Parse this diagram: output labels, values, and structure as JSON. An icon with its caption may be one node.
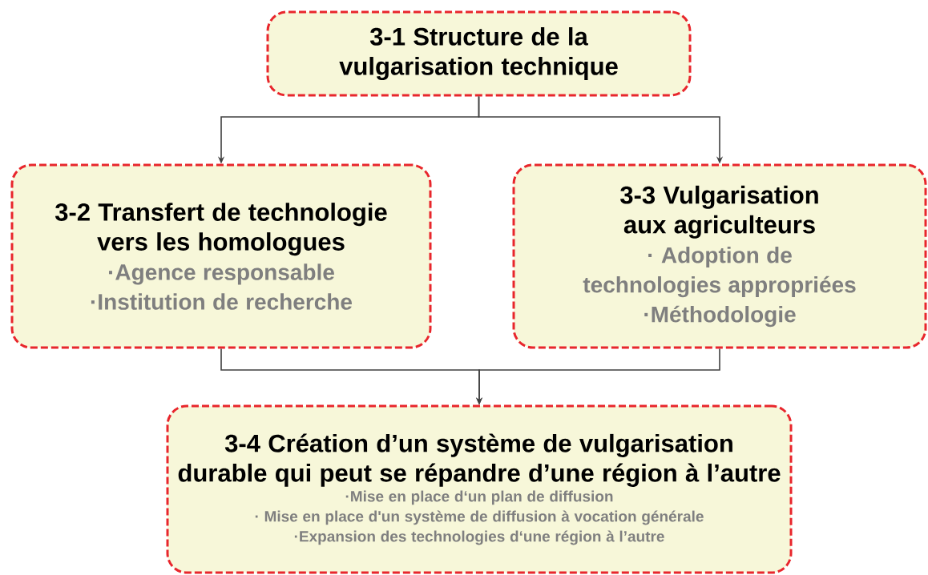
{
  "diagram": {
    "nodes": [
      {
        "text": [
          "3-1 Structure de la vulgarisation technique"
        ]
      },
      {
        "text": [
          "3-2 Transfert de technologie vers les homologues",
          "·Agence responsable",
          "·Institution de recherche"
        ]
      },
      {
        "text": [
          "3-3 Vulgarisation aux agriculteurs",
          "· Adoption de technologies appropriées",
          "·Méthodologie"
        ]
      },
      {
        "text": [
          "3-4 Création d’un système de vulgarisation durable qui peut se répandre d’une région à l’autre",
          "·Mise en place d‘un plan de diffusion",
          "· Mise en place d'un système de diffusion à vocation générale",
          "·Expansion des technologies d‘une région à l’autre"
        ]
      }
    ],
    "edges": [
      {
        "from": 0,
        "to": 1,
        "arrow": "to"
      },
      {
        "from": 0,
        "to": 2,
        "arrow": "to"
      },
      {
        "from": 1,
        "to": 3,
        "arrow": "to"
      },
      {
        "from": 2,
        "to": 3,
        "arrow": "to"
      }
    ]
  }
}
